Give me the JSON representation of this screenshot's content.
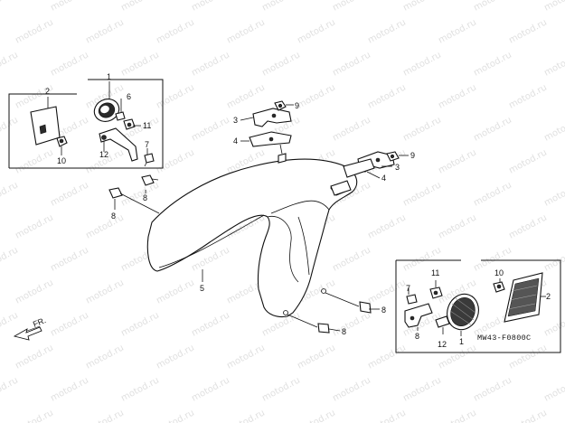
{
  "watermark": "motod.ru",
  "drawing_code": "MW43-F0800C",
  "direction_label": "FR.",
  "callouts": [
    "1",
    "2",
    "3",
    "4",
    "5",
    "6",
    "7",
    "8",
    "9",
    "10",
    "11",
    "12"
  ]
}
